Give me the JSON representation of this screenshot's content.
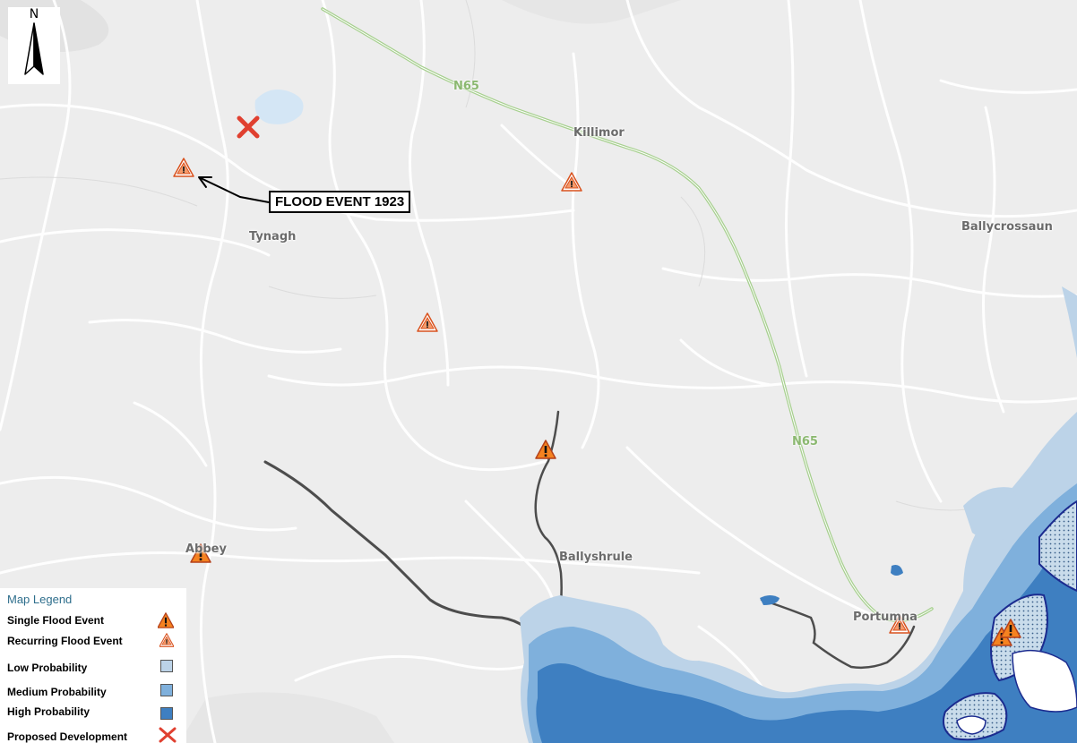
{
  "map": {
    "north_arrow": {
      "letter": "N",
      "icon": "north-arrow-icon"
    },
    "places": [
      {
        "id": "killimor",
        "label": "Killimor"
      },
      {
        "id": "tynagh",
        "label": "Tynagh"
      },
      {
        "id": "ballycrossaun",
        "label": "Ballycrossaun"
      },
      {
        "id": "abbey",
        "label": "Abbey"
      },
      {
        "id": "ballyshrule",
        "label": "Ballyshrule"
      },
      {
        "id": "portumna",
        "label": "Portumna"
      }
    ],
    "roads": [
      {
        "id": "n65-north",
        "label": "N65"
      },
      {
        "id": "n65-south",
        "label": "N65"
      }
    ],
    "callout": {
      "text": "FLOOD EVENT 1923"
    },
    "colors": {
      "background": "#ededed",
      "minor_roads": "#ffffff",
      "national_road": "#a7d08f",
      "river": "#4d4d4d",
      "low_probability": "#bcd3e8",
      "medium_probability": "#7fb0dc",
      "high_probability": "#3e7fc1",
      "flood_event_fill": "#f58220",
      "recurring_event_fill": "#f5a973",
      "proposed_development": "#e04030"
    }
  },
  "legend": {
    "title": "Map Legend",
    "items": [
      {
        "label": "Single Flood Event",
        "icon": "single-flood-event-icon"
      },
      {
        "label": "Recurring Flood Event",
        "icon": "recurring-flood-event-icon"
      },
      {
        "label": "Low Probability",
        "icon": "low-probability-swatch",
        "color": "#bcd3e8"
      },
      {
        "label": "Medium Probability",
        "icon": "medium-probability-swatch",
        "color": "#7fb0dc"
      },
      {
        "label": "High Probability",
        "icon": "high-probability-swatch",
        "color": "#3e7fc1"
      },
      {
        "label": "Proposed Development",
        "icon": "proposed-development-icon"
      }
    ]
  }
}
